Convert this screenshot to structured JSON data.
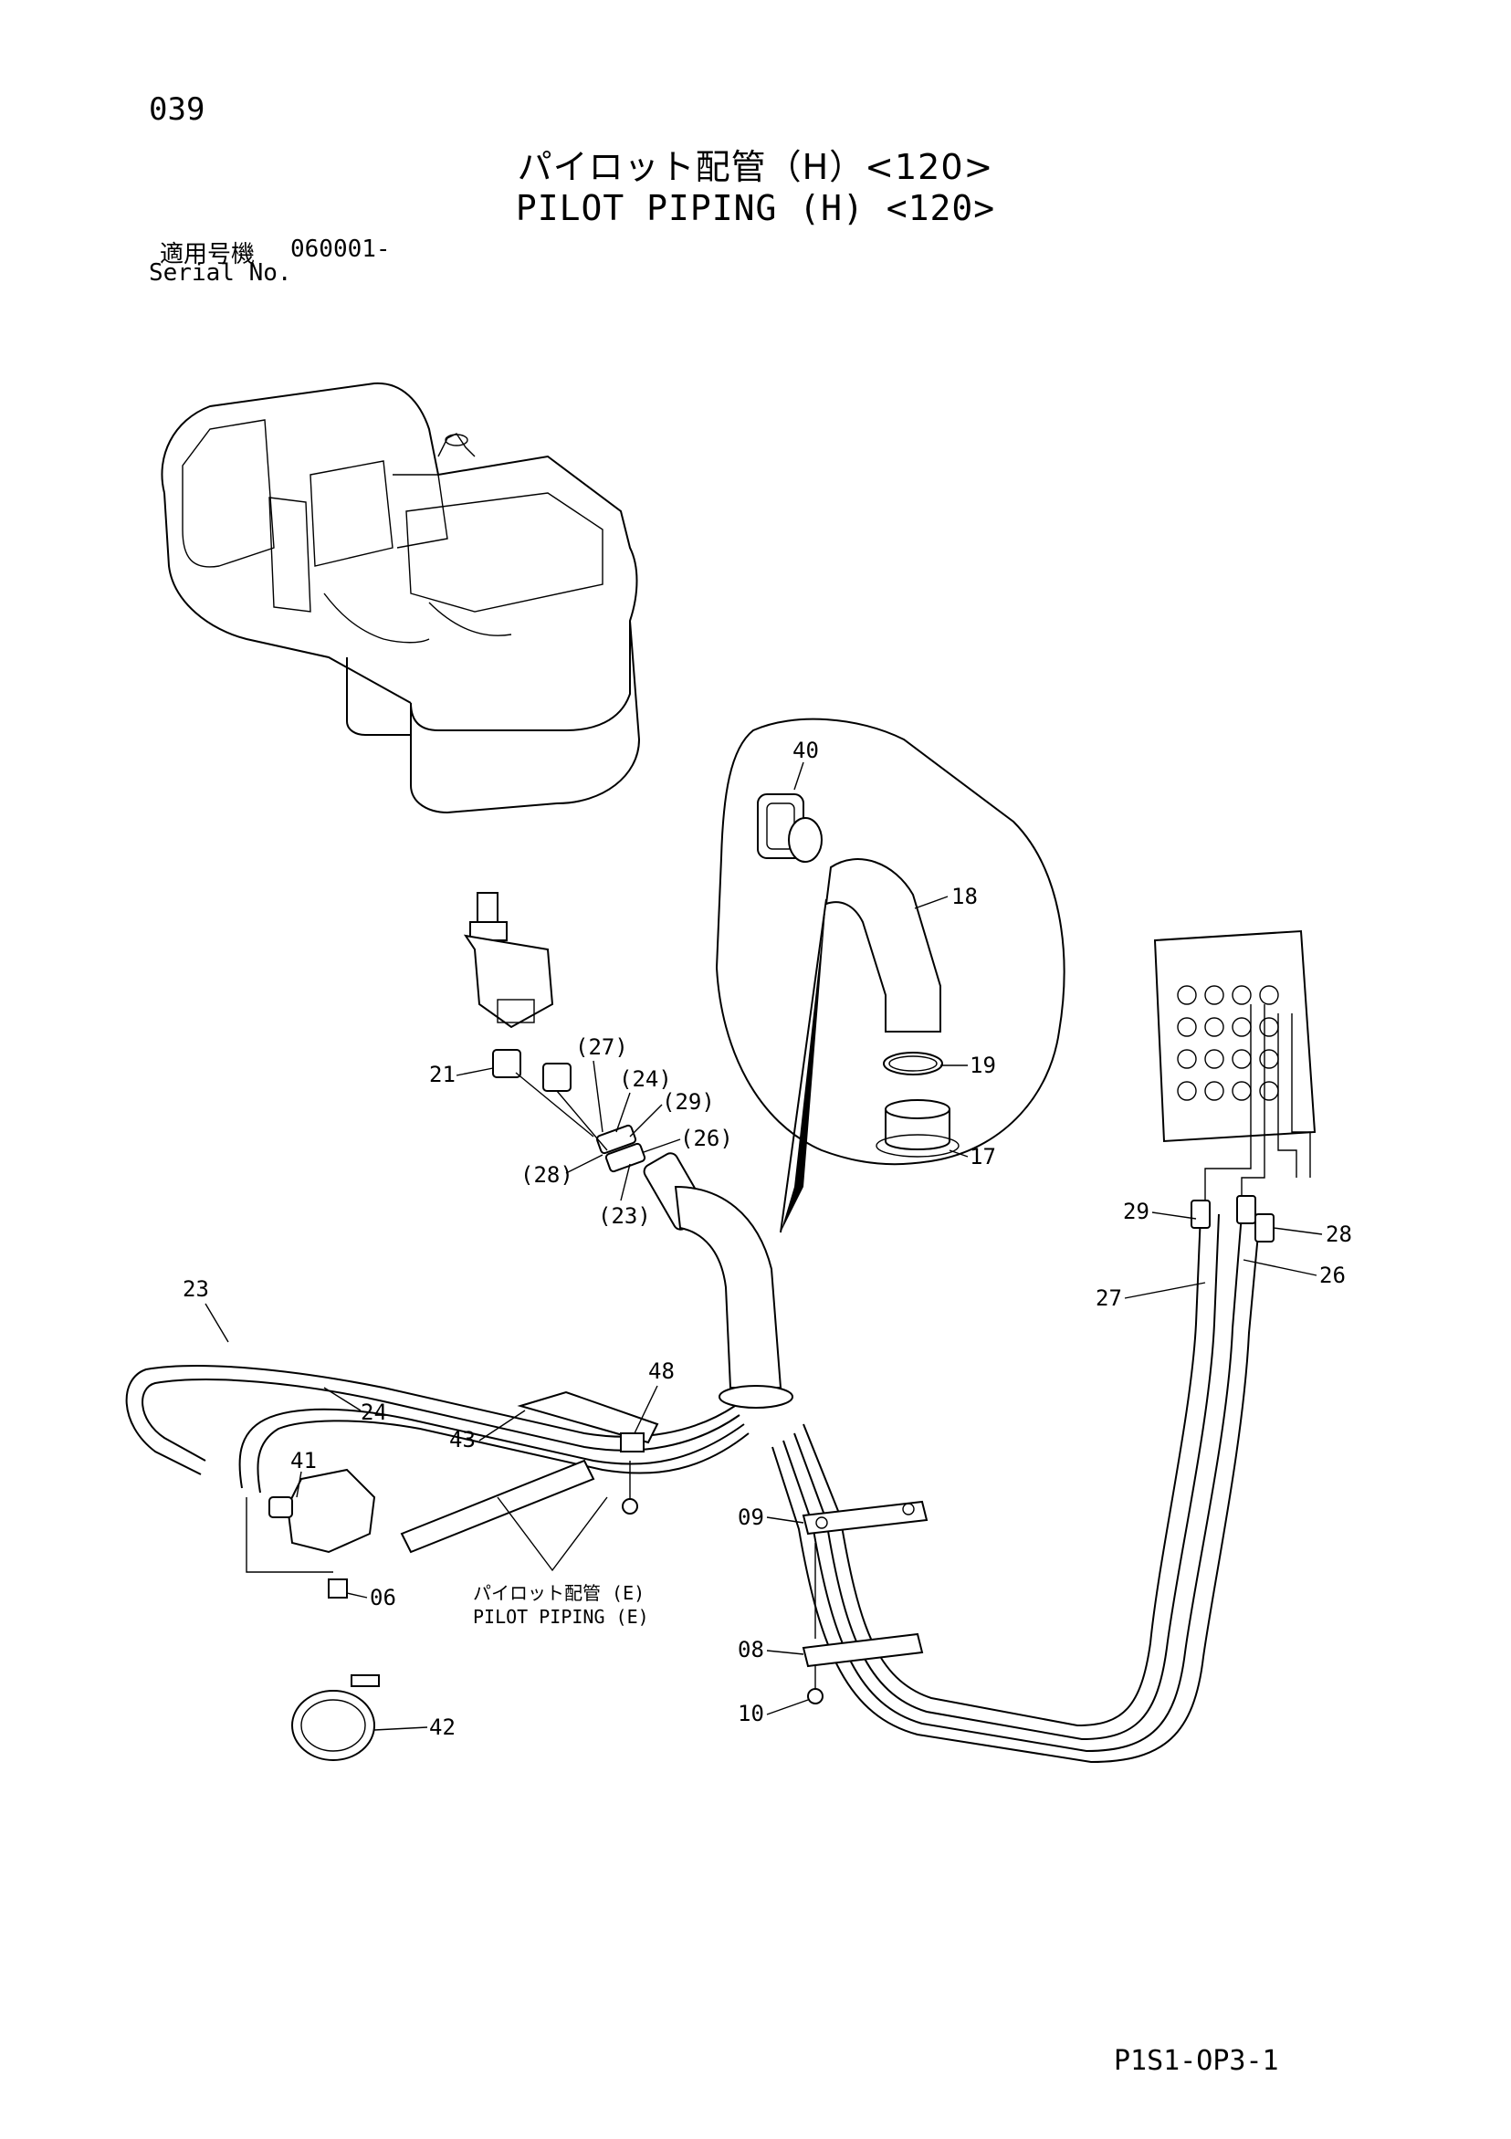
{
  "header": {
    "page_number": "039",
    "title_jp": "パイロット配管（H）<120>",
    "title_en": "PILOT PIPING (H) <120>",
    "serial_label_jp": "適用号機",
    "serial_value": "060001-",
    "serial_label_en": "Serial No."
  },
  "callouts": {
    "c40": "40",
    "c18": "18",
    "c19": "19",
    "c17": "17",
    "c21": "21",
    "c27p": "(27)",
    "c24p": "(24)",
    "c29p": "(29)",
    "c26p": "(26)",
    "c28p": "(28)",
    "c23p": "(23)",
    "c23": "23",
    "c24": "24",
    "c41": "41",
    "c06": "06",
    "c43": "43",
    "c48": "48",
    "c29": "29",
    "c28": "28",
    "c27": "27",
    "c26": "26",
    "c09": "09",
    "c08": "08",
    "c10": "10",
    "c42": "42"
  },
  "sub_reference": {
    "jp": "パイロット配管 (E)",
    "en": "PILOT PIPING (E)"
  },
  "footer": {
    "code": "P1S1-OP3-1"
  }
}
